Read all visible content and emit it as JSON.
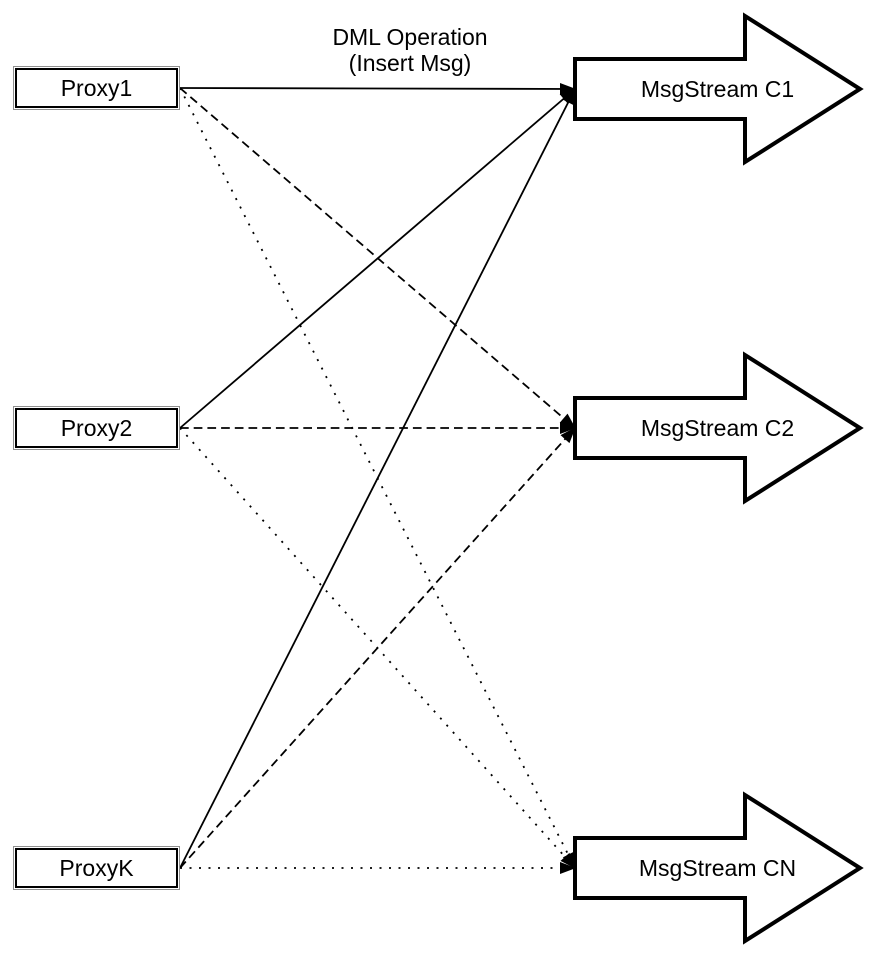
{
  "diagram": {
    "caption": {
      "line1": "DML Operation",
      "line2": "(Insert Msg)"
    },
    "proxies": [
      {
        "id": "proxy1",
        "label": "Proxy1"
      },
      {
        "id": "proxy2",
        "label": "Proxy2"
      },
      {
        "id": "proxyk",
        "label": "ProxyK"
      }
    ],
    "streams": [
      {
        "id": "c1",
        "label": "MsgStream C1"
      },
      {
        "id": "c2",
        "label": "MsgStream C2"
      },
      {
        "id": "cn",
        "label": "MsgStream CN"
      }
    ],
    "edges": [
      {
        "from": "proxy1",
        "to": "c1",
        "style": "solid"
      },
      {
        "from": "proxy2",
        "to": "c1",
        "style": "solid"
      },
      {
        "from": "proxyk",
        "to": "c1",
        "style": "solid"
      },
      {
        "from": "proxy1",
        "to": "c2",
        "style": "dashed"
      },
      {
        "from": "proxy2",
        "to": "c2",
        "style": "dashed"
      },
      {
        "from": "proxyk",
        "to": "c2",
        "style": "dashed"
      },
      {
        "from": "proxy1",
        "to": "cn",
        "style": "dotted"
      },
      {
        "from": "proxy2",
        "to": "cn",
        "style": "dotted"
      },
      {
        "from": "proxyk",
        "to": "cn",
        "style": "dotted"
      }
    ],
    "colors": {
      "stroke": "#000000",
      "fill": "#ffffff",
      "background": "#ffffff"
    }
  }
}
